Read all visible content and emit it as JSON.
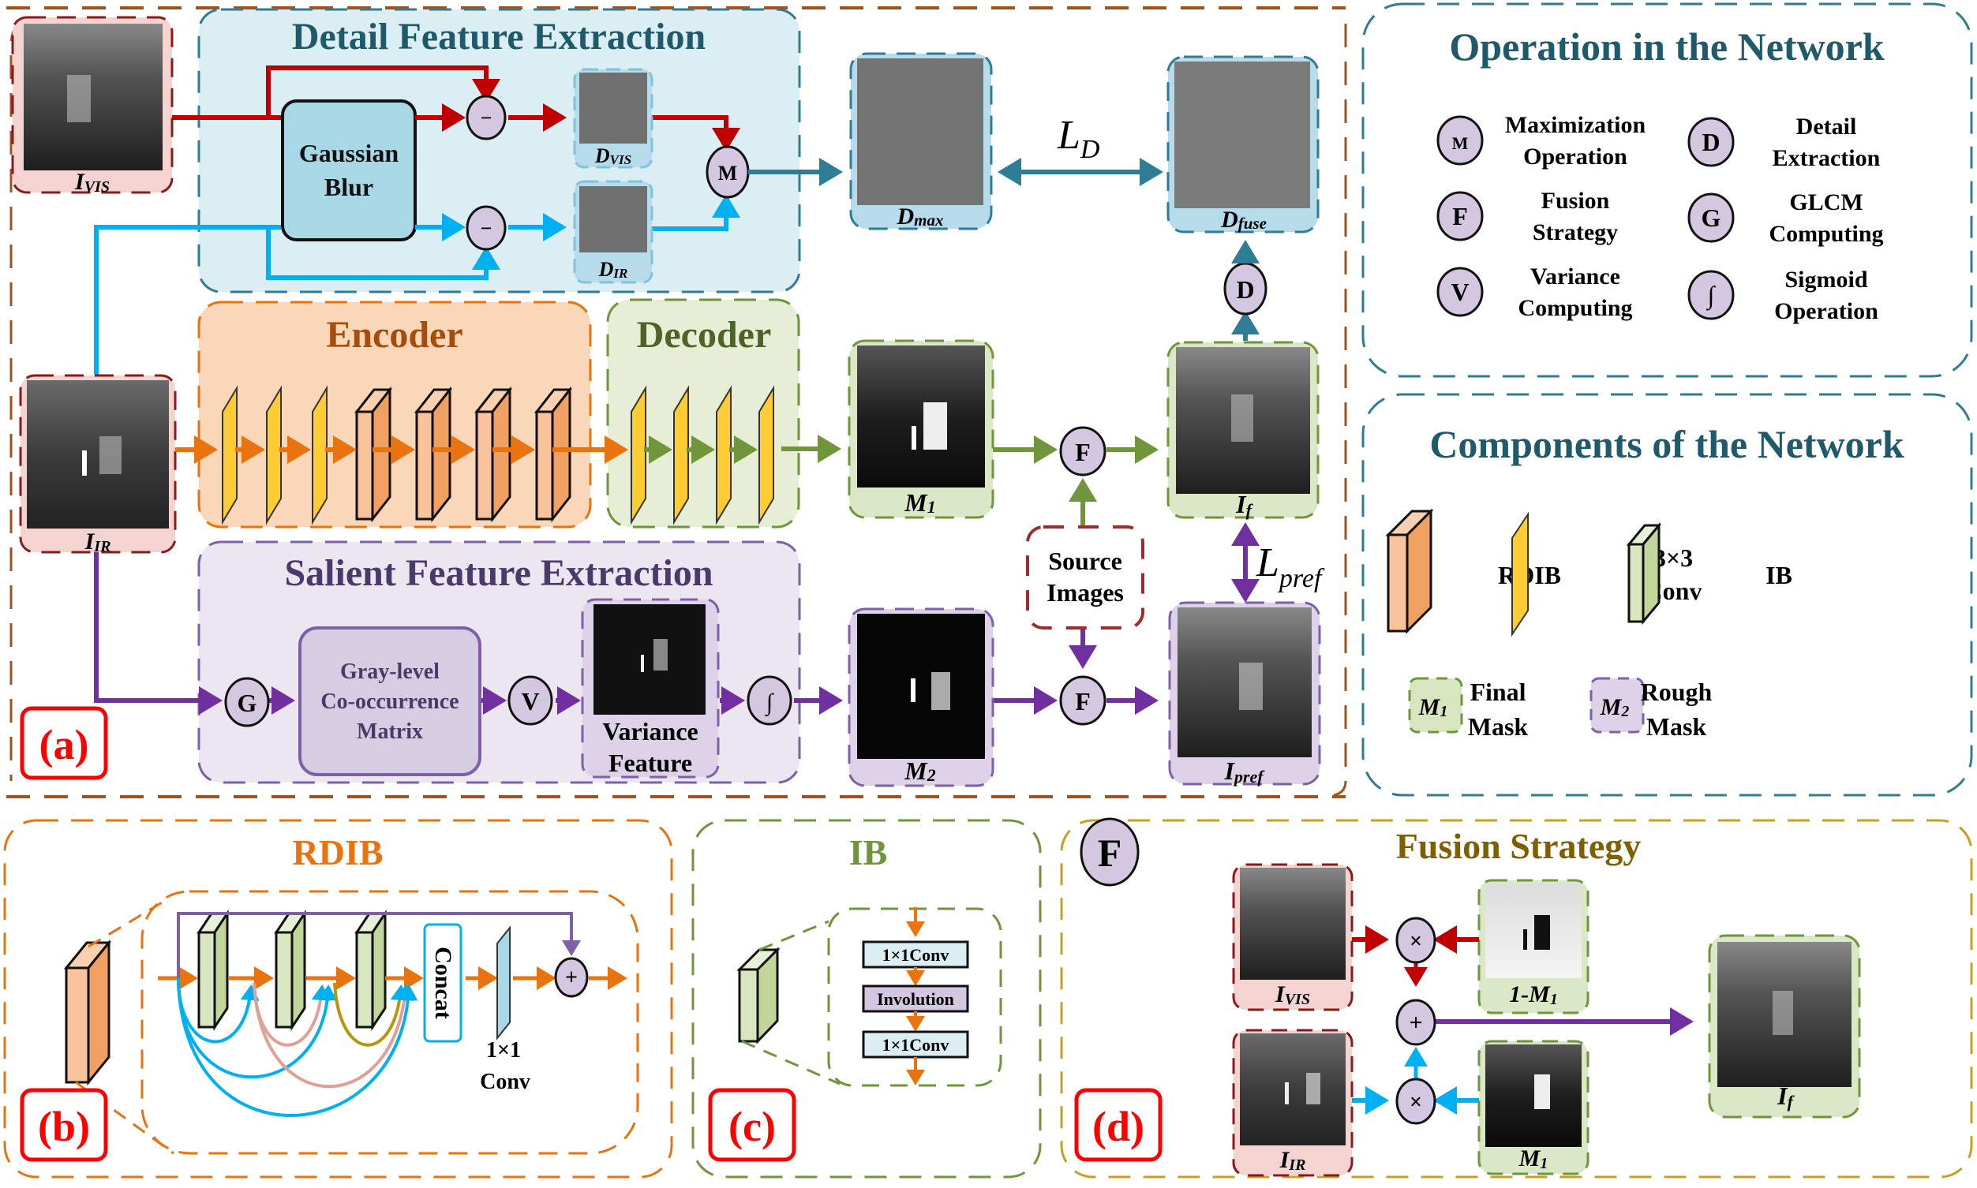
{
  "panels": {
    "a": {
      "tag": "(a)",
      "detail": {
        "title": "Detail Feature Extraction",
        "gaussian_line1": "Gaussian",
        "gaussian_line2": "Blur",
        "minus": "−",
        "max_op": "M",
        "d_vis": {
          "main": "D",
          "sub": "VIS"
        },
        "d_ir": {
          "main": "D",
          "sub": "IR"
        }
      },
      "inputs": {
        "i_vis": {
          "main": "I",
          "sub": "VIS"
        },
        "i_ir": {
          "main": "I",
          "sub": "IR"
        }
      },
      "encoder_title": "Encoder",
      "decoder_title": "Decoder",
      "salient": {
        "title": "Salient Feature Extraction",
        "glcm_op": "G",
        "glcm_line1": "Gray-level",
        "glcm_line2": "Co-occurrence",
        "glcm_line3": "Matrix",
        "variance_op": "V",
        "variance_line1": "Variance",
        "variance_line2": "Feature",
        "sigmoid_op": "∫"
      },
      "d_max": {
        "main": "D",
        "sub": "max"
      },
      "d_fuse": {
        "main": "D",
        "sub": "fuse"
      },
      "loss_d": {
        "main": "L",
        "sub": "D"
      },
      "detail_op": "D",
      "m1": {
        "main": "M",
        "sub": "1"
      },
      "m2": {
        "main": "M",
        "sub": "2"
      },
      "i_f": {
        "main": "I",
        "sub": "f"
      },
      "i_pref": {
        "main": "I",
        "sub": "pref"
      },
      "fusion_op": "F",
      "source_line1": "Source",
      "source_line2": "Images",
      "loss_pref": {
        "main": "L",
        "sub": "pref"
      }
    },
    "operations": {
      "title": "Operation in the Network",
      "items": [
        {
          "symbol": "M",
          "line1": "Maximization",
          "line2": "Operation"
        },
        {
          "symbol": "D",
          "line1": "Detail",
          "line2": "Extraction"
        },
        {
          "symbol": "F",
          "line1": "Fusion",
          "line2": "Strategy"
        },
        {
          "symbol": "G",
          "line1": "GLCM",
          "line2": "Computing"
        },
        {
          "symbol": "V",
          "line1": "Variance",
          "line2": "Computing"
        },
        {
          "symbol": "∫",
          "line1": "Sigmoid",
          "line2": "Operation"
        }
      ]
    },
    "components": {
      "title": "Components of the Network",
      "rdib": "RDIB",
      "conv_line1": "3×3",
      "conv_line2": "Conv",
      "ib": "IB",
      "m1": {
        "main": "M",
        "sub": "1"
      },
      "m1_line1": "Final",
      "m1_line2": "Mask",
      "m2": {
        "main": "M",
        "sub": "2"
      },
      "m2_line1": "Rough",
      "m2_line2": "Mask"
    },
    "b": {
      "tag": "(b)",
      "title": "RDIB",
      "concat": "Concat",
      "conv_line1": "1×1",
      "conv_line2": "Conv",
      "plus": "+"
    },
    "c": {
      "tag": "(c)",
      "title": "IB",
      "steps": [
        "1×1Conv",
        "Involution",
        "1×1Conv"
      ]
    },
    "d": {
      "tag": "(d)",
      "title": "Fusion Strategy",
      "badge": "F",
      "i_vis": {
        "main": "I",
        "sub": "VIS"
      },
      "i_ir": {
        "main": "I",
        "sub": "IR"
      },
      "one_minus_m1": {
        "main": "1-M",
        "sub": "1"
      },
      "m1": {
        "main": "M",
        "sub": "1"
      },
      "i_f": {
        "main": "I",
        "sub": "f"
      },
      "times": "×",
      "plus": "+"
    }
  },
  "colors": {
    "red_path": "#c00000",
    "blue_path": "#00b0f0",
    "teal_path": "#2e7d94",
    "orange_path": "#e8730f",
    "green_path": "#70953a",
    "purple_path": "#7030a0",
    "op_fill": "#d4c8e0",
    "title_teal": "#1f5a6a",
    "title_orange": "#a64d0c",
    "title_green": "#4f6228",
    "title_purple": "#4a3a6a",
    "title_gold": "#7f6000",
    "tag_red": "#ff0000"
  }
}
